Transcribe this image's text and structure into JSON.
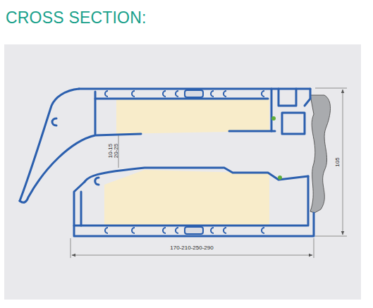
{
  "diagram": {
    "title": "CROSS SECTION:",
    "labels": [
      "10-15",
      "20-25",
      "105",
      "170-210-250-290"
    ]
  }
}
